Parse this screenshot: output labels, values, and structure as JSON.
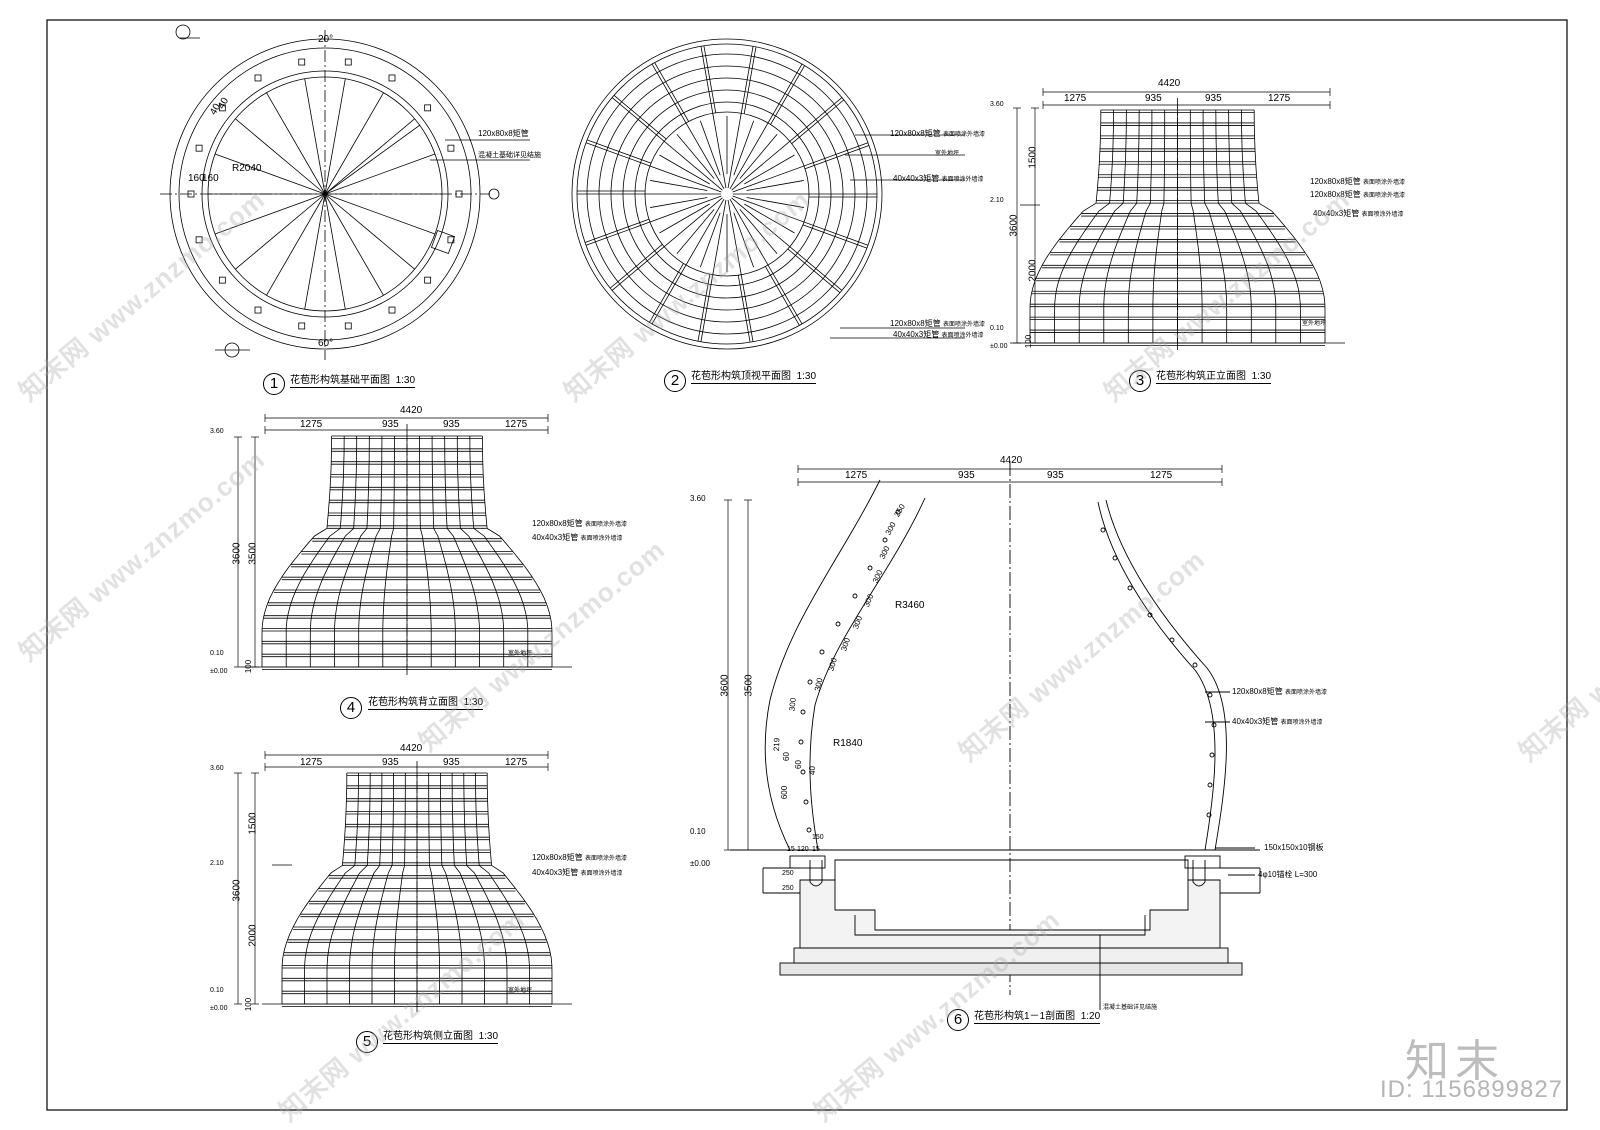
{
  "drawings": [
    {
      "num": "1",
      "title": "花苞形构筑基础平面图",
      "scale": "1:30"
    },
    {
      "num": "2",
      "title": "花苞形构筑顶视平面图",
      "scale": "1:30"
    },
    {
      "num": "3",
      "title": "花苞形构筑正立面图",
      "scale": "1:30"
    },
    {
      "num": "4",
      "title": "花苞形构筑背立面图",
      "scale": "1:30"
    },
    {
      "num": "5",
      "title": "花苞形构筑侧立面图",
      "scale": "1:30"
    },
    {
      "num": "6",
      "title": "花苞形构筑1－1剖面图",
      "scale": "1:20"
    }
  ],
  "dims": {
    "total": "4420",
    "seg_a": "1275",
    "seg_b": "935",
    "h_total": "3600",
    "h_upper": "1500",
    "h_lower": "2000",
    "h_alt": "3500",
    "base": "100"
  },
  "levels": {
    "top": "3.60",
    "mid": "2.10",
    "low": "0.10",
    "zero": "±0.00"
  },
  "plan1": {
    "r": "R2040",
    "deg20": "20°",
    "deg60": "60°",
    "d160a": "160",
    "d160b": "160",
    "d40a": "40",
    "d40b": "40"
  },
  "callouts": {
    "steel_main": "120x80x8矩管",
    "steel_sub": "40x40x3矩管",
    "finish": "表面喷涂外墙漆",
    "plate": "150x150x10钢板",
    "anchor": "4φ10锚栓 L=300",
    "note_found": "混凝土基础详见结施",
    "note_ground": "室外地坪"
  },
  "section6": {
    "r_top": "R3460",
    "r_bot": "R1840",
    "ticks": [
      "250",
      "300",
      "300",
      "300",
      "300",
      "300",
      "300",
      "300",
      "300",
      "219",
      "300",
      "60",
      "60",
      "40",
      "600"
    ],
    "base_ticks": [
      "150",
      "15",
      "120",
      "15",
      "250",
      "250"
    ]
  },
  "brand": "知末",
  "id_text": "ID: 1156899827",
  "watermark": "知末网 www.znzmo.com"
}
